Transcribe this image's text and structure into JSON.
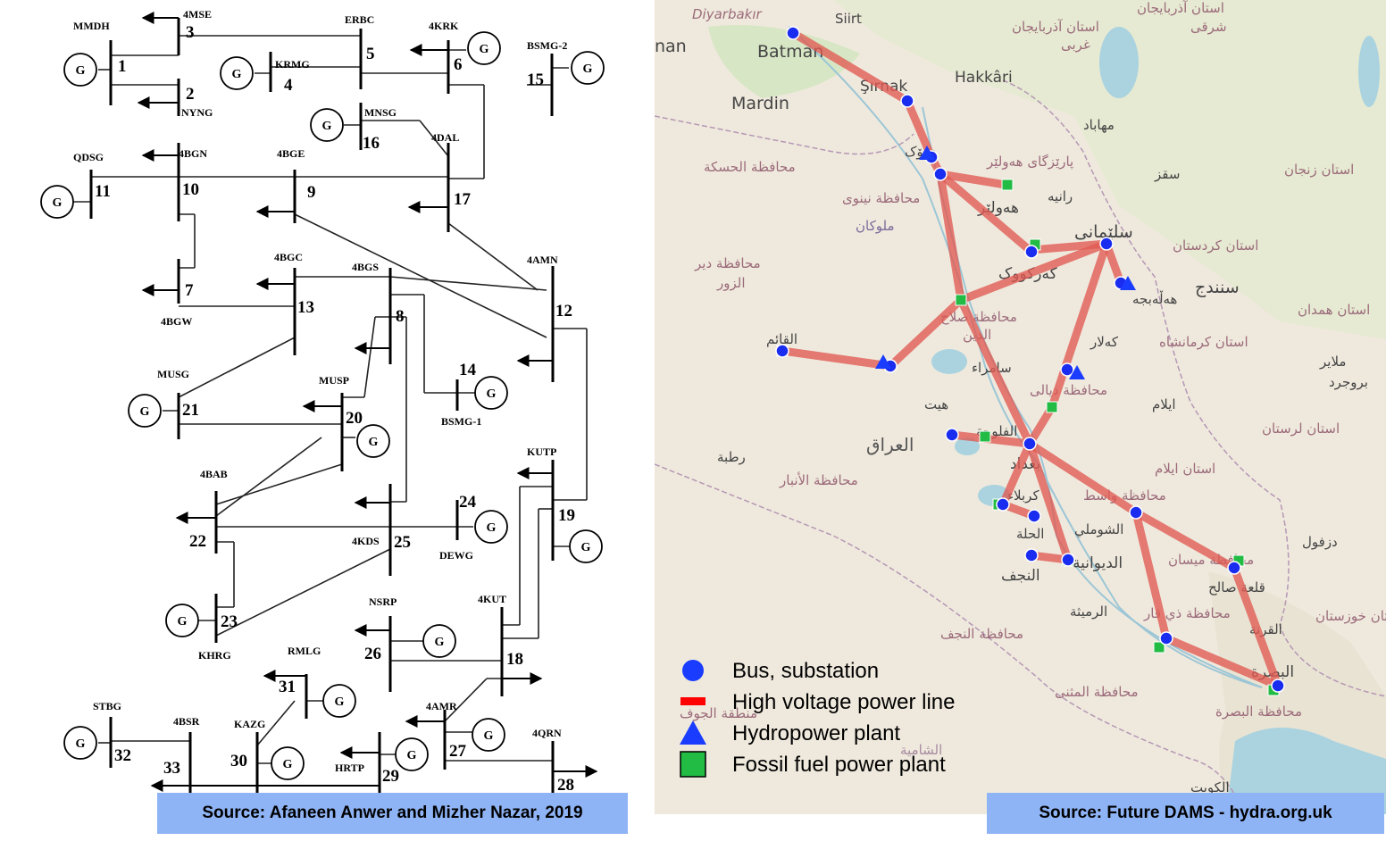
{
  "left_panel": {
    "caption": "Source: Afaneen Anwer and Mizher Nazar, 2019",
    "buses": [
      {
        "n": "1",
        "name": "MMDH"
      },
      {
        "n": "2",
        "name": "NYNG"
      },
      {
        "n": "3",
        "name": "4MSE"
      },
      {
        "n": "4",
        "name": "KRMG"
      },
      {
        "n": "5",
        "name": "ERBC"
      },
      {
        "n": "6",
        "name": "4KRK"
      },
      {
        "n": "7",
        "name": "4BGW"
      },
      {
        "n": "8",
        "name": "4BGS"
      },
      {
        "n": "9",
        "name": "4BGE"
      },
      {
        "n": "10",
        "name": "4BGN"
      },
      {
        "n": "11",
        "name": "QDSG"
      },
      {
        "n": "12",
        "name": "4AMN"
      },
      {
        "n": "13",
        "name": "4BGC"
      },
      {
        "n": "14",
        "name": "BSMG-1"
      },
      {
        "n": "15",
        "name": "BSMG-2"
      },
      {
        "n": "16",
        "name": "MNSG"
      },
      {
        "n": "17",
        "name": "4DAL"
      },
      {
        "n": "19",
        "name": "KUTP"
      },
      {
        "n": "20",
        "name": "MUSP"
      },
      {
        "n": "21",
        "name": "MUSG"
      },
      {
        "n": "22",
        "name": "4BAB"
      },
      {
        "n": "23",
        "name": "KHRG"
      },
      {
        "n": "24",
        "name": "DEWG"
      },
      {
        "n": "25",
        "name": "4KDS"
      },
      {
        "n": "26",
        "name": "NSRP"
      },
      {
        "n": "18",
        "name": "4KUT"
      },
      {
        "n": "31",
        "name": "RMLG"
      },
      {
        "n": "27",
        "name": "4AMR"
      },
      {
        "n": "28",
        "name": "4QRN"
      },
      {
        "n": "29",
        "name": "HRTP"
      },
      {
        "n": "30",
        "name": "KAZG"
      },
      {
        "n": "32",
        "name": "STBG"
      },
      {
        "n": "33",
        "name": "4BSR"
      }
    ],
    "generator_symbol": "G"
  },
  "right_panel": {
    "caption": "Source: Future DAMS - hydra.org.uk",
    "legend": [
      {
        "symbol": "circle",
        "color": "#1a3cff",
        "label": "Bus, substation"
      },
      {
        "symbol": "line",
        "color": "#ff0000",
        "label": "High voltage power line"
      },
      {
        "symbol": "triangle",
        "color": "#1a3cff",
        "label": "Hydropower plant"
      },
      {
        "symbol": "square",
        "color": "#22bb44",
        "label": "Fossil fuel power plant"
      }
    ],
    "map_labels": {
      "diyarbakir": "Diyarbakır",
      "siirt": "Siirt",
      "batman": "Batman",
      "mardin": "Mardin",
      "sirnak": "Şırnak",
      "hakkari": "Hakkâri",
      "nan": "nan",
      "azarbaijan_w": "استان آذربایجان",
      "gharbi": "غربی",
      "azarbaijan_e": "استان آذربایجان",
      "sharqi": "شرقی",
      "mahabad": "مهاباد",
      "saqqez": "سقز",
      "zanjan": "استان زنجان",
      "rania": "رانيه",
      "hasaka": "محافظة الحسكة",
      "ninawa": "محافظة نینوی",
      "erbil": "هەولێر",
      "kurdistan": "پارێزگای هەولێر",
      "sulaymaniyah": "سلێمانی",
      "kirkuk": "کەرکووک",
      "kurdistan_prov": "استان کردستان",
      "sanandaj": "سنندج",
      "halabja": "هەڵەبجە",
      "hamadan": "استان همدان",
      "deir": "محافظة دير",
      "zor": "الزور",
      "salahuddin": "محافظة صلاح",
      "din": "الدين",
      "kalar": "کەلار",
      "kermanshah": "استان کرمانشاه",
      "qaim": "القائم",
      "samarra": "سامراء",
      "diyala": "محافظة ديالى",
      "malayer": "ملاير",
      "borujerd": "بروجرد",
      "hit": "هيت",
      "ilam": "ايلام",
      "lorestan": "استان لرستان",
      "iraq": "العراق",
      "rutba": "رطبة",
      "fallujah": "الفلوجة",
      "baghdad": "بغداد",
      "anbar": "محافظة الأنبار",
      "ilam_prov": "استان ايلام",
      "karbala": "كربلاء",
      "wasit": "محافظة واسط",
      "hilla": "الحلة",
      "shumali": "الشوملي",
      "dezful": "دزفول",
      "diwaniya": "الديوانية",
      "najaf": "النجف",
      "maysan": "محافظة ميسان",
      "qalat": "قلعة صالح",
      "najaf_prov": "محافظة النجف",
      "rumaitha": "الرميثة",
      "dhiqar": "محافظة ذي قار",
      "qurna": "القرنة",
      "khuzestan": "استان خوزستان",
      "jouf": "منطقة الجوف",
      "muthanna": "محافظة المثنى",
      "basra": "البصرة",
      "basra_prov": "محافظة البصرة",
      "shamiya": "الشامية",
      "kuwait": "الكويت",
      "dohuk": "دهۆک",
      "lomhe": "ملوكان"
    }
  }
}
